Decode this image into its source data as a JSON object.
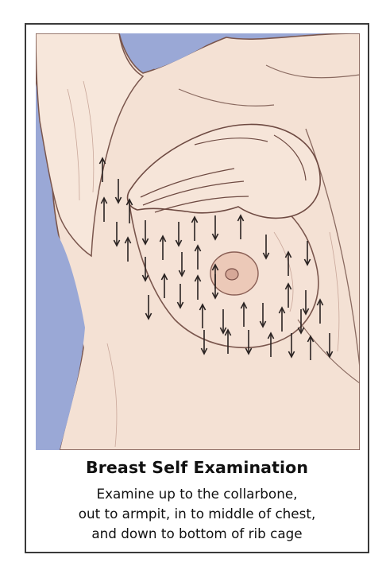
{
  "caption": {
    "title": "Breast Self Examination",
    "lines": [
      "Examine up to the collarbone,",
      "out to armpit, in to middle of chest,",
      "and down to bottom of rib cage"
    ]
  },
  "illustration": {
    "subject": "breast-self-exam-illustration",
    "background_color": "#9aa8d6",
    "skin_color": "#f4e1d4",
    "line_color": "#6e4a42",
    "arrow_color": "#2a2322"
  }
}
